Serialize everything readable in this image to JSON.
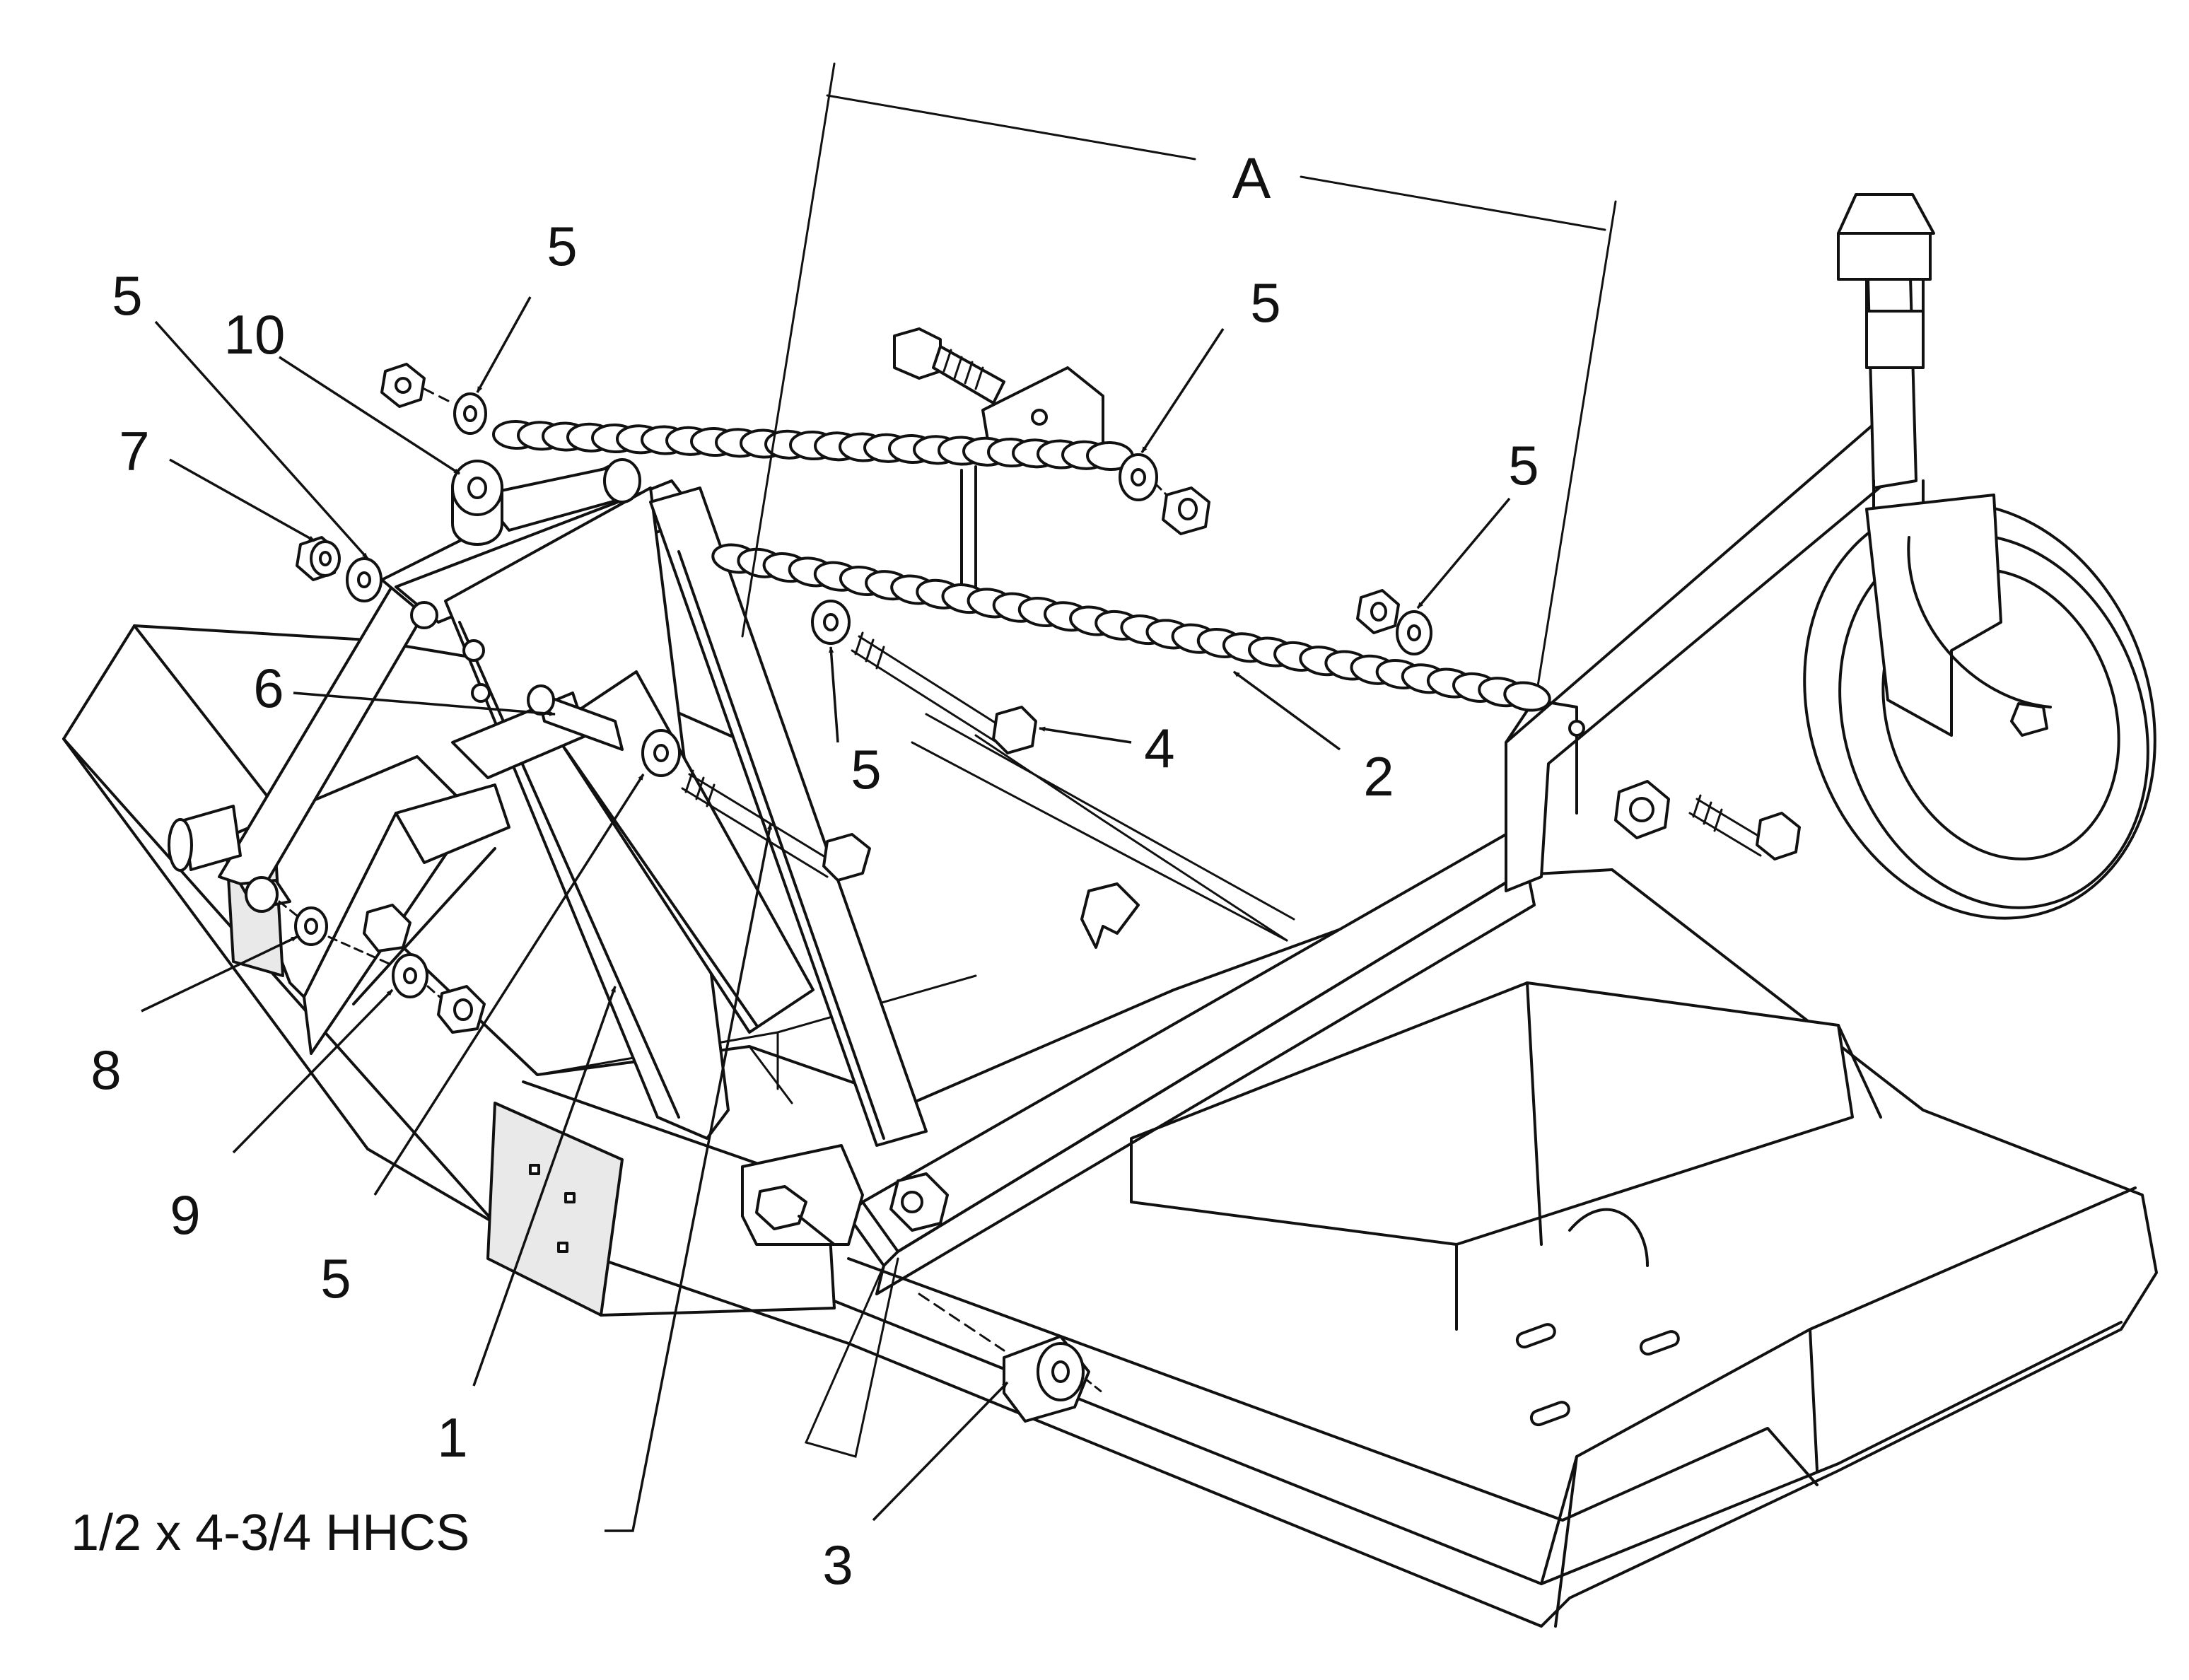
{
  "dimension_label": "A",
  "spec_label": "1/2 x 4-3/4 HHCS",
  "callouts": {
    "c1": "1",
    "c2": "2",
    "c3": "3",
    "c4": "4",
    "c5": "5",
    "c6": "6",
    "c7": "7",
    "c8": "8",
    "c9": "9",
    "c10": "10"
  },
  "icons": [
    "mower-deck-drawing",
    "a-frame-drawing",
    "chain-drawing",
    "bolt-drawing",
    "washer-drawing",
    "nut-drawing",
    "spacer-drawing",
    "caster-wheel-drawing"
  ]
}
